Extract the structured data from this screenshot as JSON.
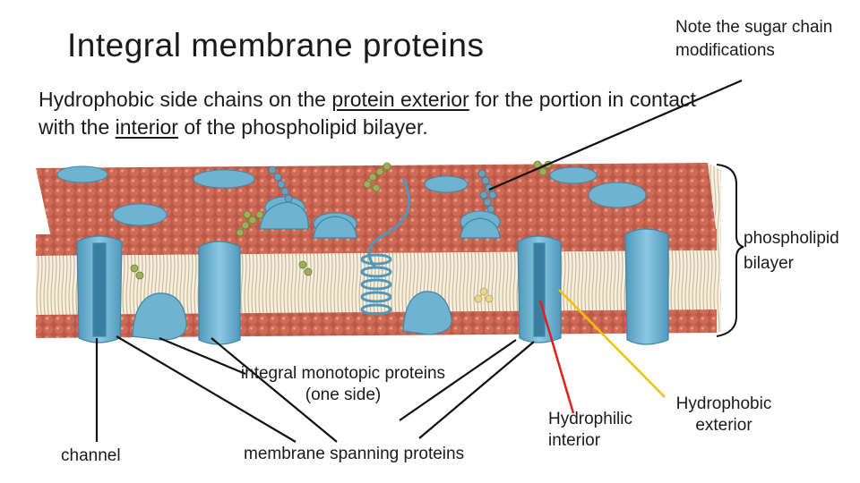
{
  "slide": {
    "title": "Integral membrane proteins",
    "sugar_note": "Note the sugar chain modifications",
    "subtitle": {
      "part1": "Hydrophobic side chains on the ",
      "underline1": "protein exterior",
      "part2": " for the portion in contact with the ",
      "underline2": "interior",
      "part3": " of the phospholipid bilayer."
    }
  },
  "labels": {
    "bilayer": "phospholipid bilayer",
    "monotopic": "integral monotopic proteins (one side)",
    "channel": "channel",
    "spanning": "membrane spanning proteins",
    "hydrophilic": "Hydrophilic interior",
    "hydrophobic": "Hydrophobic exterior"
  },
  "colors": {
    "lipid_head": "#c8614e",
    "lipid_head_dark": "#9d4536",
    "lipid_tail": "#d9c29a",
    "protein": "#6fb3d1",
    "protein_dark": "#3f87a9",
    "sugar_green": "#9bb05a",
    "sugar_blue": "#6aa0c0",
    "pointer_red": "#e02020",
    "pointer_yellow": "#f2c200",
    "line": "#111111"
  }
}
